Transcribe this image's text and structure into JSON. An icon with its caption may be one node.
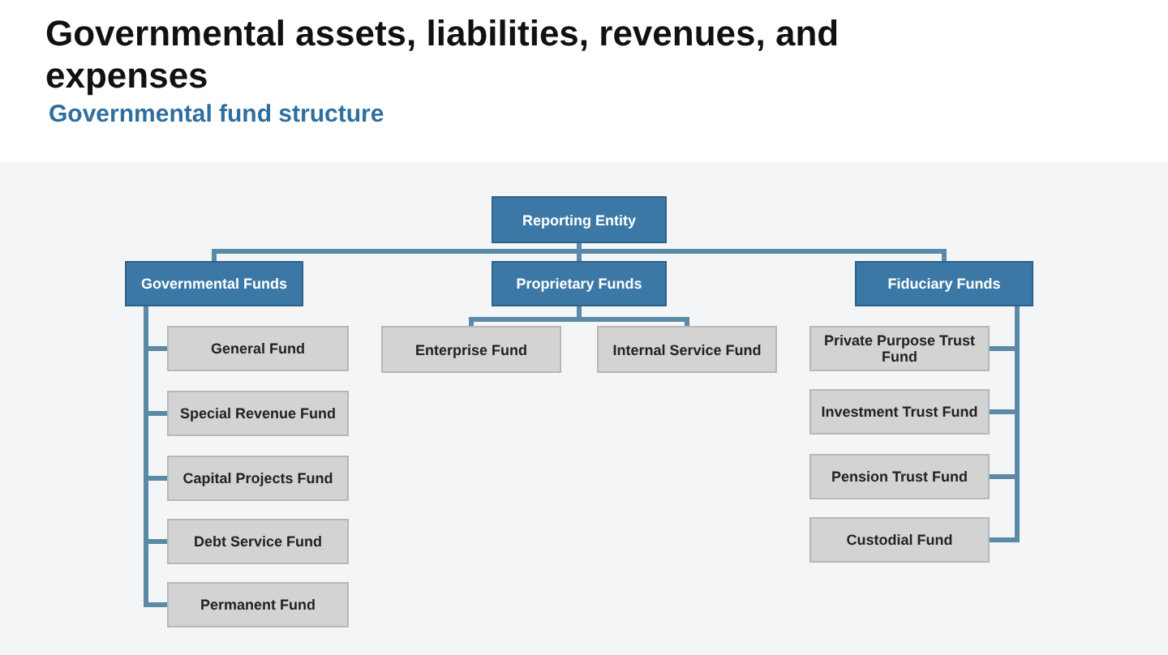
{
  "diagram": {
    "title": "Governmental assets, liabilities, revenues, and expenses",
    "caption": "Governmental fund structure",
    "nodes": [
      {
        "text": [
          "Reporting Entity"
        ]
      },
      {
        "text": [
          "Governmental Funds"
        ]
      },
      {
        "text": [
          "Proprietary Funds"
        ]
      },
      {
        "text": [
          "Fiduciary Funds"
        ]
      },
      {
        "text": [
          "General Fund"
        ]
      },
      {
        "text": [
          "Special Revenue Fund"
        ]
      },
      {
        "text": [
          "Capital Projects Fund"
        ]
      },
      {
        "text": [
          "Debt Service Fund"
        ]
      },
      {
        "text": [
          "Permanent Fund"
        ]
      },
      {
        "text": [
          "Enterprise Fund"
        ]
      },
      {
        "text": [
          "Internal Service Fund"
        ]
      },
      {
        "text": [
          "Private Purpose Trust Fund"
        ]
      },
      {
        "text": [
          "Investment Trust Fund"
        ]
      },
      {
        "text": [
          "Pension Trust Fund"
        ]
      },
      {
        "text": [
          "Custodial Fund"
        ]
      }
    ],
    "edges": [
      {
        "from": 0,
        "to": 1,
        "arrow": "none"
      },
      {
        "from": 0,
        "to": 2,
        "arrow": "none"
      },
      {
        "from": 0,
        "to": 3,
        "arrow": "none"
      },
      {
        "from": 1,
        "to": 4,
        "arrow": "none"
      },
      {
        "from": 1,
        "to": 5,
        "arrow": "none"
      },
      {
        "from": 1,
        "to": 6,
        "arrow": "none"
      },
      {
        "from": 1,
        "to": 7,
        "arrow": "none"
      },
      {
        "from": 1,
        "to": 8,
        "arrow": "none"
      },
      {
        "from": 2,
        "to": 9,
        "arrow": "none"
      },
      {
        "from": 2,
        "to": 10,
        "arrow": "none"
      },
      {
        "from": 3,
        "to": 11,
        "arrow": "none"
      },
      {
        "from": 3,
        "to": 12,
        "arrow": "none"
      },
      {
        "from": 3,
        "to": 13,
        "arrow": "none"
      },
      {
        "from": 3,
        "to": 14,
        "arrow": "none"
      }
    ]
  }
}
